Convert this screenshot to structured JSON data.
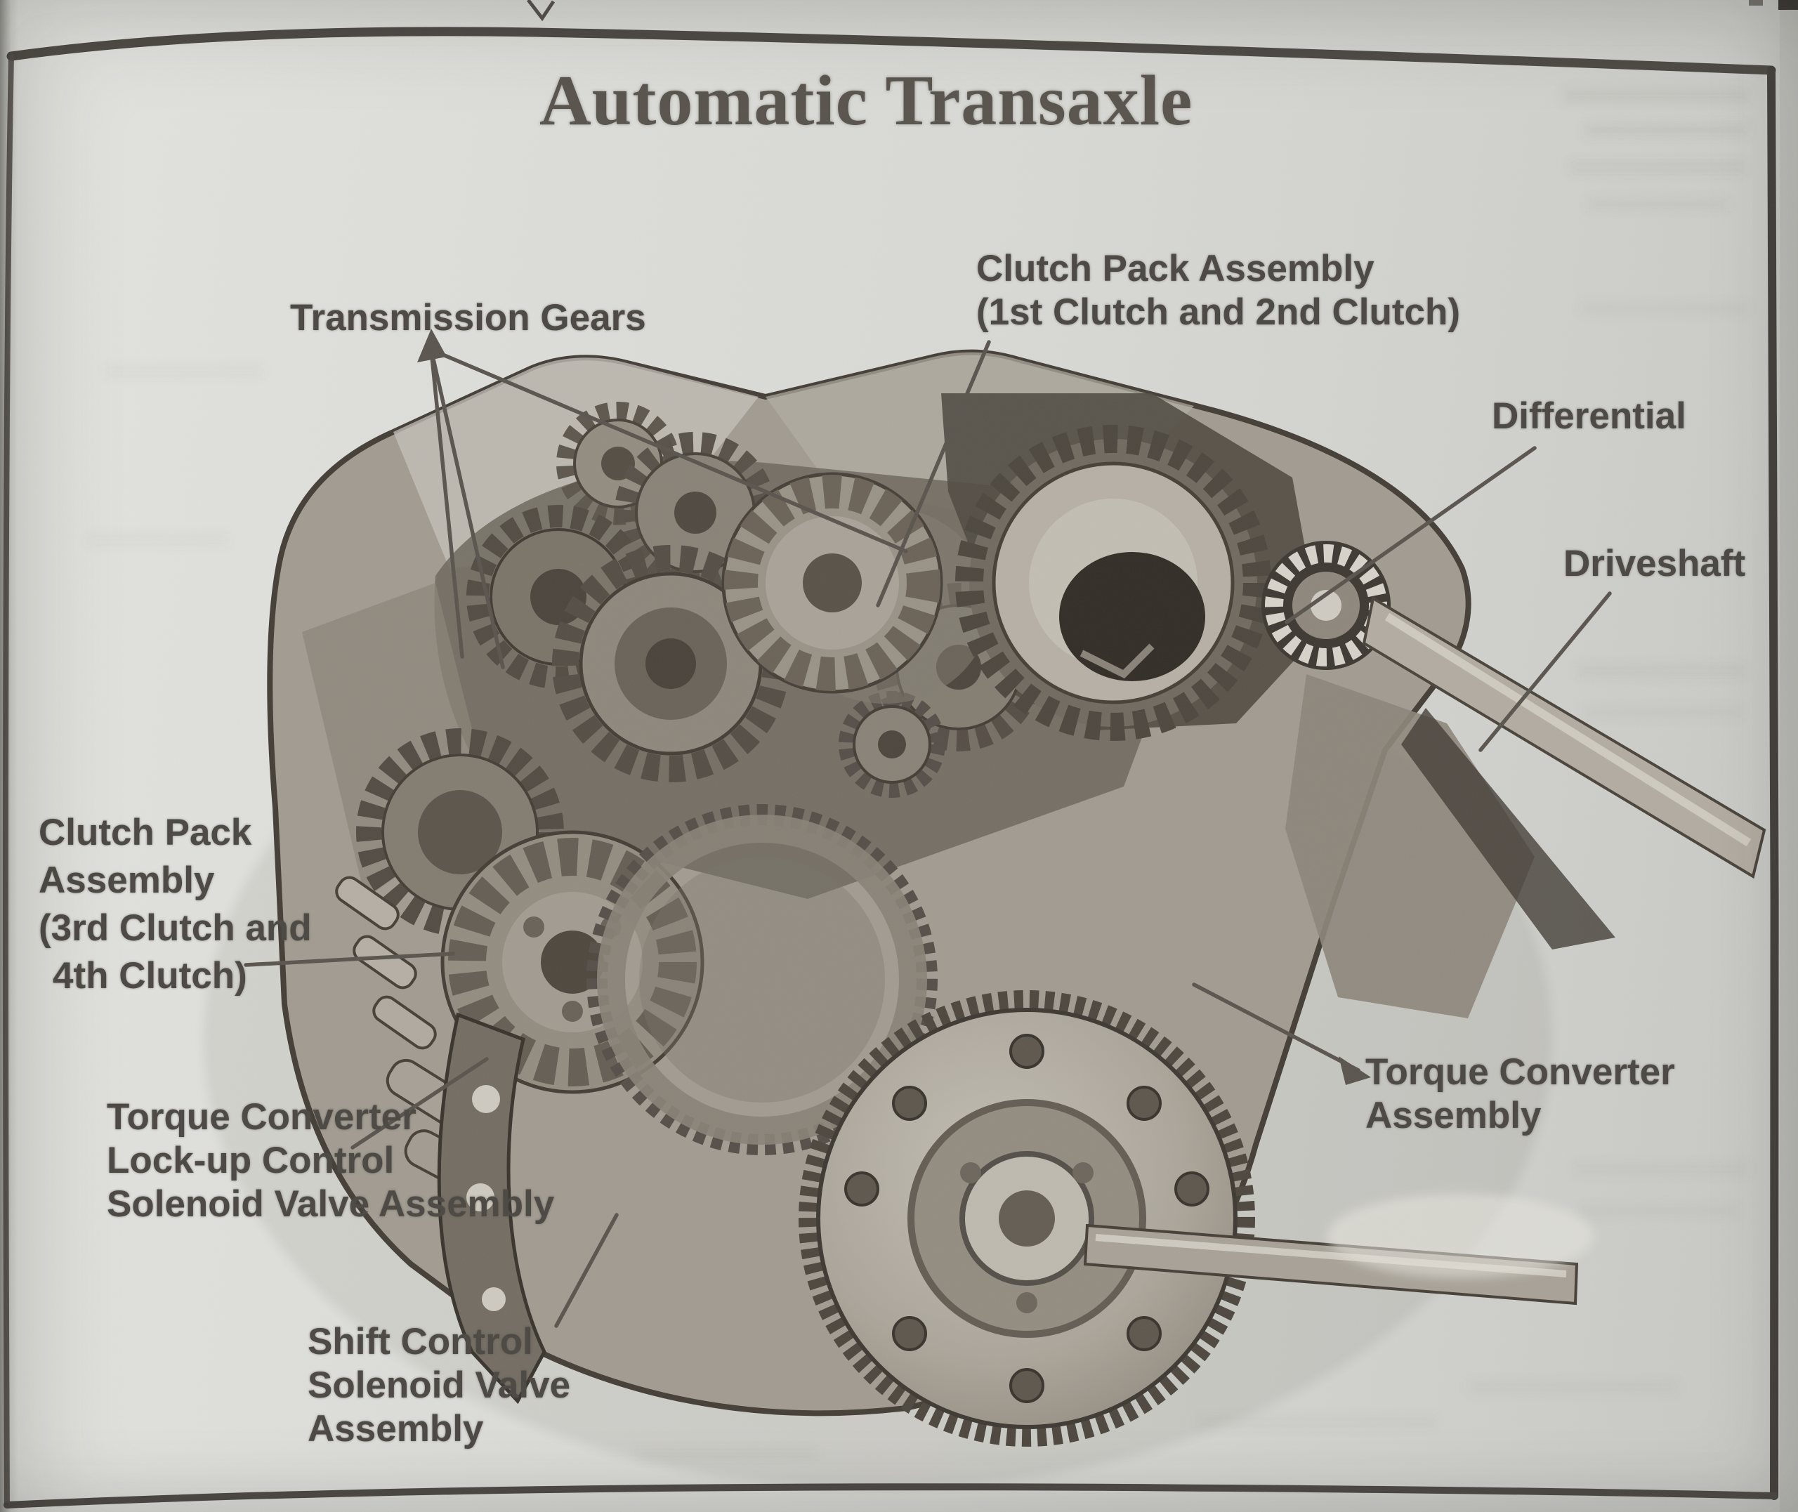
{
  "document": {
    "title": "Automatic Transaxle"
  },
  "labels": {
    "transmission_gears": {
      "lines": [
        "Transmission Gears"
      ]
    },
    "clutch_pack_front": {
      "lines": [
        "Clutch Pack Assembly",
        "(1st Clutch and 2nd Clutch)"
      ]
    },
    "differential": {
      "lines": [
        "Differential"
      ]
    },
    "driveshaft": {
      "lines": [
        "Driveshaft"
      ]
    },
    "clutch_pack_rear": {
      "lines": [
        "Clutch Pack",
        "Assembly",
        "(3rd Clutch and",
        "4th Clutch)"
      ]
    },
    "torque_converter_lockup_solenoid": {
      "lines": [
        "Torque Converter",
        "Lock-up Control",
        "Solenoid Valve Assembly"
      ]
    },
    "shift_control_solenoid": {
      "lines": [
        "Shift Control",
        "Solenoid Valve",
        "Assembly"
      ]
    },
    "torque_converter": {
      "lines": [
        "Torque Converter",
        "Assembly"
      ]
    }
  },
  "colors": {
    "paper": "#d8d9d4",
    "ink": "#4e4a45",
    "title_ink": "#5b564f",
    "leader_line": "#5a554e",
    "border": "#4c4843"
  }
}
